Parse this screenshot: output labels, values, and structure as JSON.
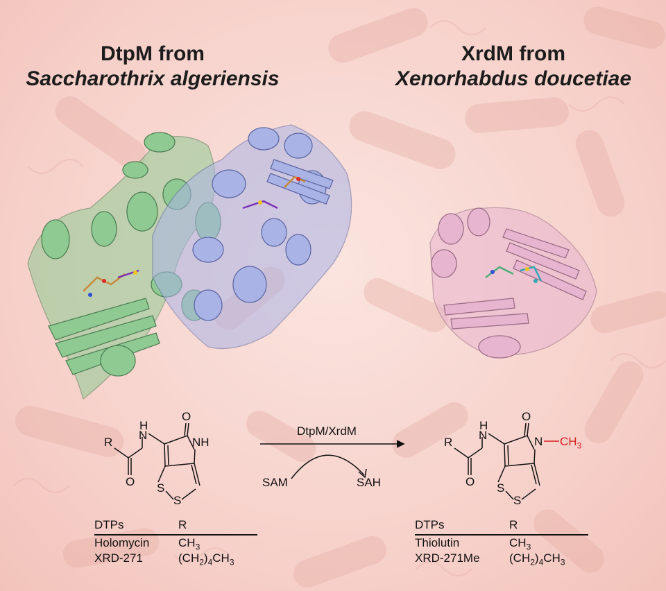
{
  "left_title": {
    "line1": "DtpM from",
    "line2": "Saccharothrix algeriensis"
  },
  "right_title": {
    "line1": "XrdM from",
    "line2": "Xenorhabdus doucetiae"
  },
  "reaction": {
    "enzyme": "DtpM/XrdM",
    "cosubstrate": "SAM",
    "coproduct": "SAH"
  },
  "substrate_labels": {
    "r": "R",
    "nh": "H",
    "n": "N",
    "nh_ring": "NH",
    "o1": "O",
    "o2": "O",
    "s1": "S",
    "s2": "S"
  },
  "product_labels": {
    "r": "R",
    "nh": "H",
    "n1": "N",
    "n2": "N",
    "methyl": "CH",
    "methyl_sub": "3",
    "o1": "O",
    "o2": "O",
    "s1": "S",
    "s2": "S"
  },
  "left_table": {
    "header": [
      "DTPs",
      "R"
    ],
    "rows": [
      {
        "name": "Holomycin",
        "r_main": "CH",
        "r_sub": "3",
        "r_tail": ""
      },
      {
        "name": "XRD-271",
        "r_main": "(CH",
        "r_sub": "2",
        "r_mid": ")",
        "r_sub2": "4",
        "r_tail": "CH",
        "r_sub3": "3"
      }
    ]
  },
  "right_table": {
    "header": [
      "DTPs",
      "R"
    ],
    "rows": [
      {
        "name": "Thiolutin",
        "r_main": "CH",
        "r_sub": "3"
      },
      {
        "name": "XRD-271Me",
        "r_main": "(CH",
        "r_sub": "2",
        "r_mid": ")",
        "r_sub2": "4",
        "r_tail": "CH",
        "r_sub3": "3"
      }
    ]
  },
  "colors": {
    "green_protein": "#8fca92",
    "blue_protein": "#a9b3e6",
    "pink_protein": "#e7b5cf",
    "methyl_red": "#d62020",
    "background": "#f6cfc8"
  }
}
